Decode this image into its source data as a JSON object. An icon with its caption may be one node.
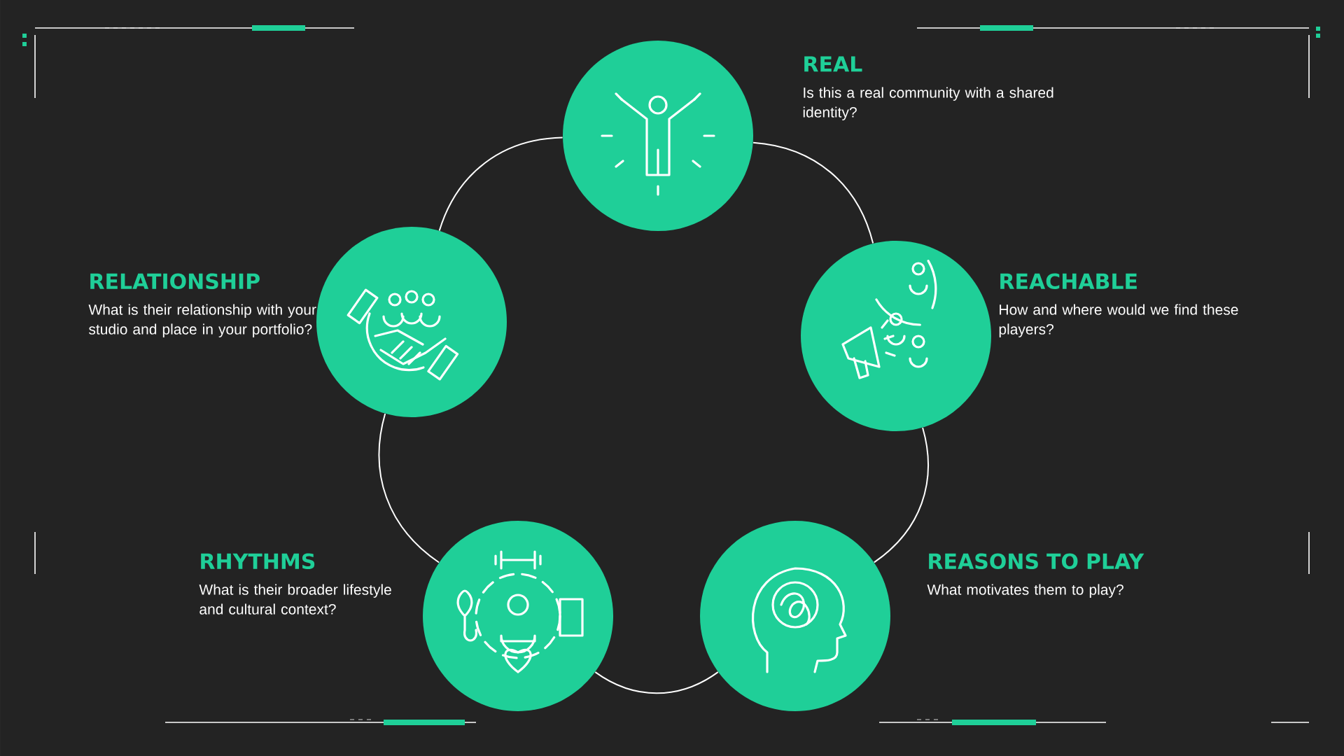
{
  "diagram": {
    "nodes": [
      {
        "text": [
          "REAL",
          "Is this a real community with a shared identity?"
        ]
      },
      {
        "text": [
          "RELATIONSHIP",
          "What is their relationship with your studio and place in your portfolio?"
        ]
      },
      {
        "text": [
          "REACHABLE",
          "How and where would we find these players?"
        ]
      },
      {
        "text": [
          "RHYTHMS",
          "What is their broader lifestyle and cultural context?"
        ]
      },
      {
        "text": [
          "REASONS TO PLAY",
          "What motivates them to play?"
        ]
      }
    ],
    "edges": [
      {
        "from": 0,
        "to": 2,
        "arrow": "none"
      },
      {
        "from": 2,
        "to": 4,
        "arrow": "none"
      },
      {
        "from": 4,
        "to": 3,
        "arrow": "none"
      },
      {
        "from": 3,
        "to": 1,
        "arrow": "none"
      },
      {
        "from": 1,
        "to": 0,
        "arrow": "none"
      }
    ]
  }
}
